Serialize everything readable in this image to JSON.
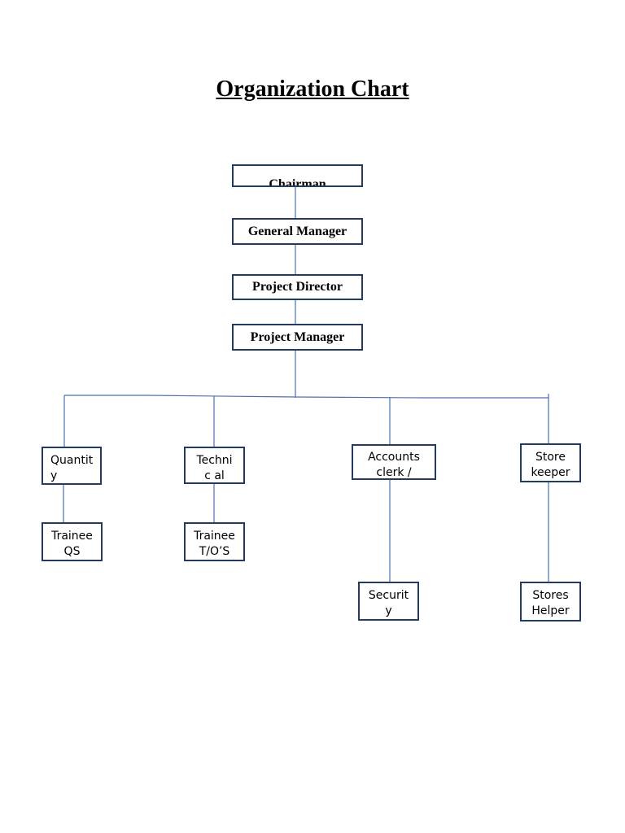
{
  "title": "Organization Chart",
  "nodes": {
    "chairman": "Chairman",
    "general_manager": "General Manager",
    "project_director": "Project Director",
    "project_manager": "Project Manager",
    "quantity": "Quantit y",
    "technical": "Technic al",
    "accounts": "Accounts clerk /",
    "store_keeper": "Store keeper",
    "trainee_qs": "Trainee QS",
    "trainee_to": "Trainee T/O’S",
    "security": "Securit y",
    "stores_helper": "Stores Helper"
  },
  "colors": {
    "box_border": "#243a5e",
    "connector": "#4a72b0"
  }
}
